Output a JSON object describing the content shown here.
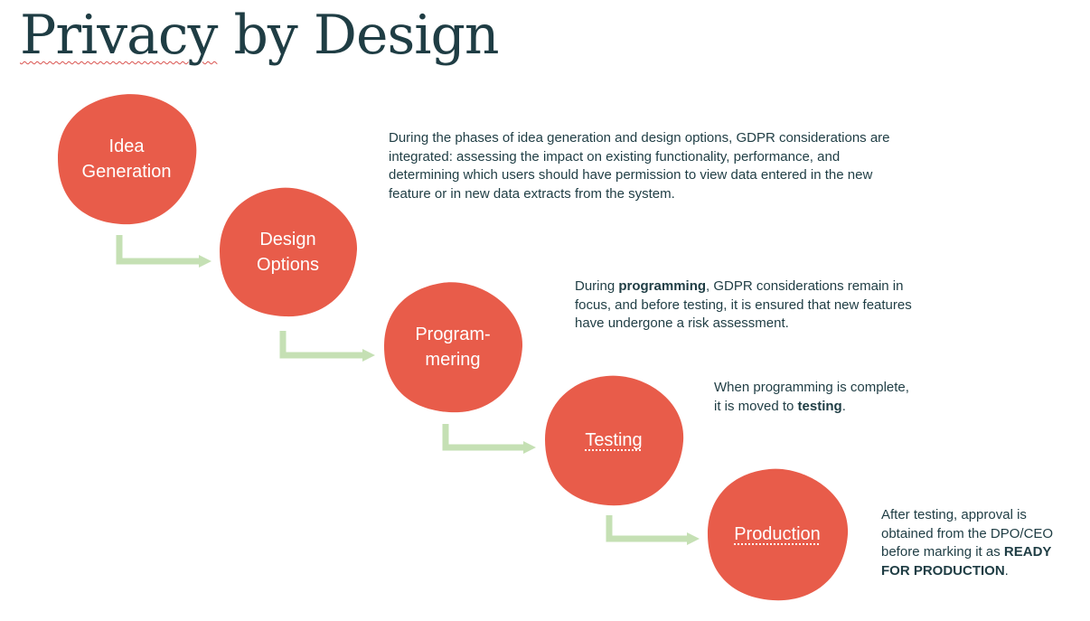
{
  "title": {
    "text": "Privacy by Design",
    "word1": "Privacy",
    "rest": " by Design"
  },
  "steps": [
    {
      "label": "Idea\nGeneration"
    },
    {
      "label": "Design\nOptions"
    },
    {
      "label": "Program-\nmering"
    },
    {
      "label": "Testing"
    },
    {
      "label": "Production"
    }
  ],
  "descriptions": [
    {
      "text": "During the phases of idea generation and design options, GDPR considerations are integrated: assessing the impact on existing functionality, performance, and determining which users should have permission to view data entered in the new feature or in new data extracts from the system."
    },
    {
      "pre": "During ",
      "bold": "programming",
      "post": ", GDPR considerations remain in focus, and before testing, it is ensured that new features have undergone a risk assessment."
    },
    {
      "pre": "When programming is complete,\nit is moved to ",
      "bold": "testing",
      "post": "."
    },
    {
      "pre": "After testing, approval is obtained from the DPO/CEO before marking it as ",
      "bold": "READY FOR PRODUCTION",
      "post": "."
    }
  ],
  "colors": {
    "blob": "#e85c4a",
    "arrow": "#c5e0b4",
    "text": "#1f3d44"
  }
}
